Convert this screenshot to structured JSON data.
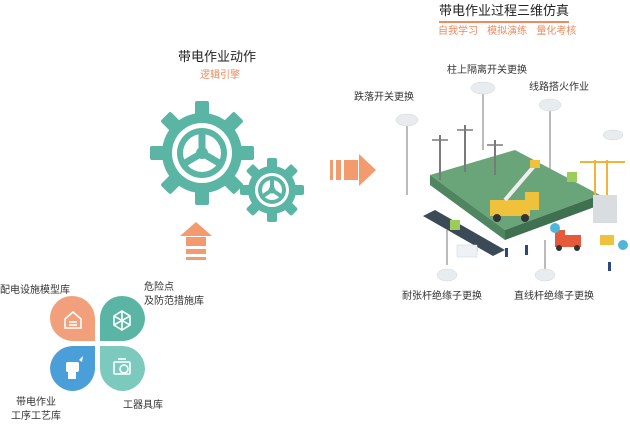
{
  "left": {
    "title": "带电作业动作",
    "subtitle": "逻辑引擎"
  },
  "right": {
    "title": "带电作业过程三维仿真",
    "subtitle": "自我学习 模拟演练 量化考核",
    "callouts": [
      {
        "label": "柱上隔离开关更换"
      },
      {
        "label": "跌落开关更换"
      },
      {
        "label": "线路搭火作业"
      },
      {
        "label": "耐张杆绝缘子更换"
      },
      {
        "label": "直线杆绝缘子更换"
      }
    ]
  },
  "libraries": {
    "model": "配电设施模型库",
    "danger_line1": "危险点",
    "danger_line2": "及防范措施库",
    "process_line1": "带电作业",
    "process_line2": "工序工艺库",
    "tools": "工器具库"
  },
  "colors": {
    "gear": "#5ab5a4",
    "accent": "#ee8a5f",
    "arrow": "#f39b6f",
    "petal_model": "#f2a07c",
    "petal_danger": "#5ab5a4",
    "petal_process": "#4a9fd8",
    "petal_tools": "#7cc9bd"
  }
}
